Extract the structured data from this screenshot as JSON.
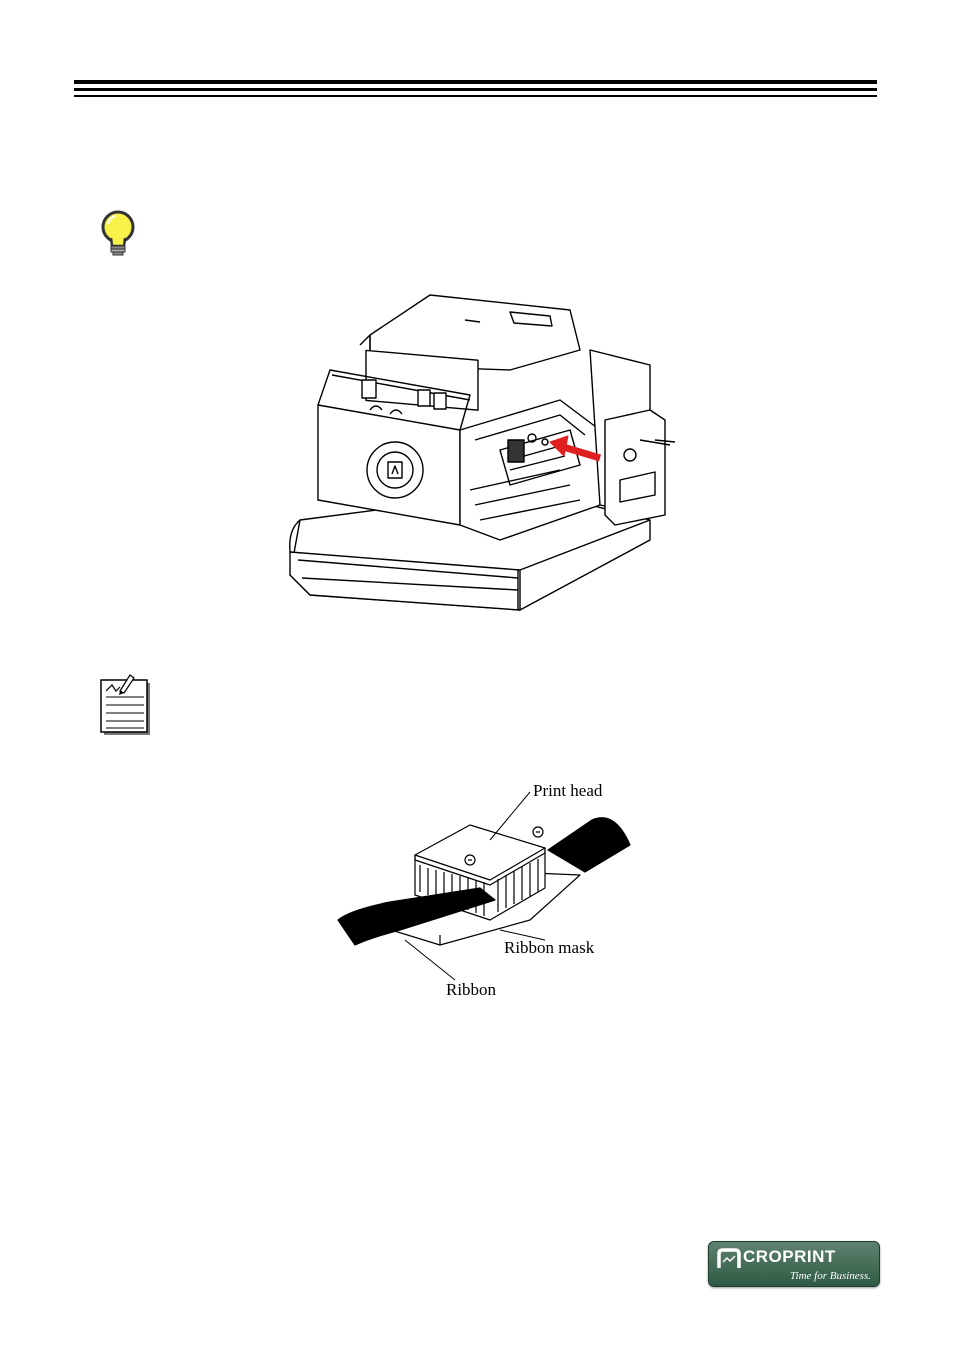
{
  "figure2": {
    "labels": {
      "print_head": "Print head",
      "ribbon_mask": "Ribbon mask",
      "ribbon": "Ribbon"
    }
  },
  "logo": {
    "brand": "CROPRINT",
    "tagline": "Time for Business."
  },
  "icons": {
    "tip": "lightbulb-icon",
    "note": "notepad-icon"
  },
  "colors": {
    "arrow": "#e02020",
    "bulb": "#f7f24a",
    "logo_bg": "#3e6a54"
  }
}
